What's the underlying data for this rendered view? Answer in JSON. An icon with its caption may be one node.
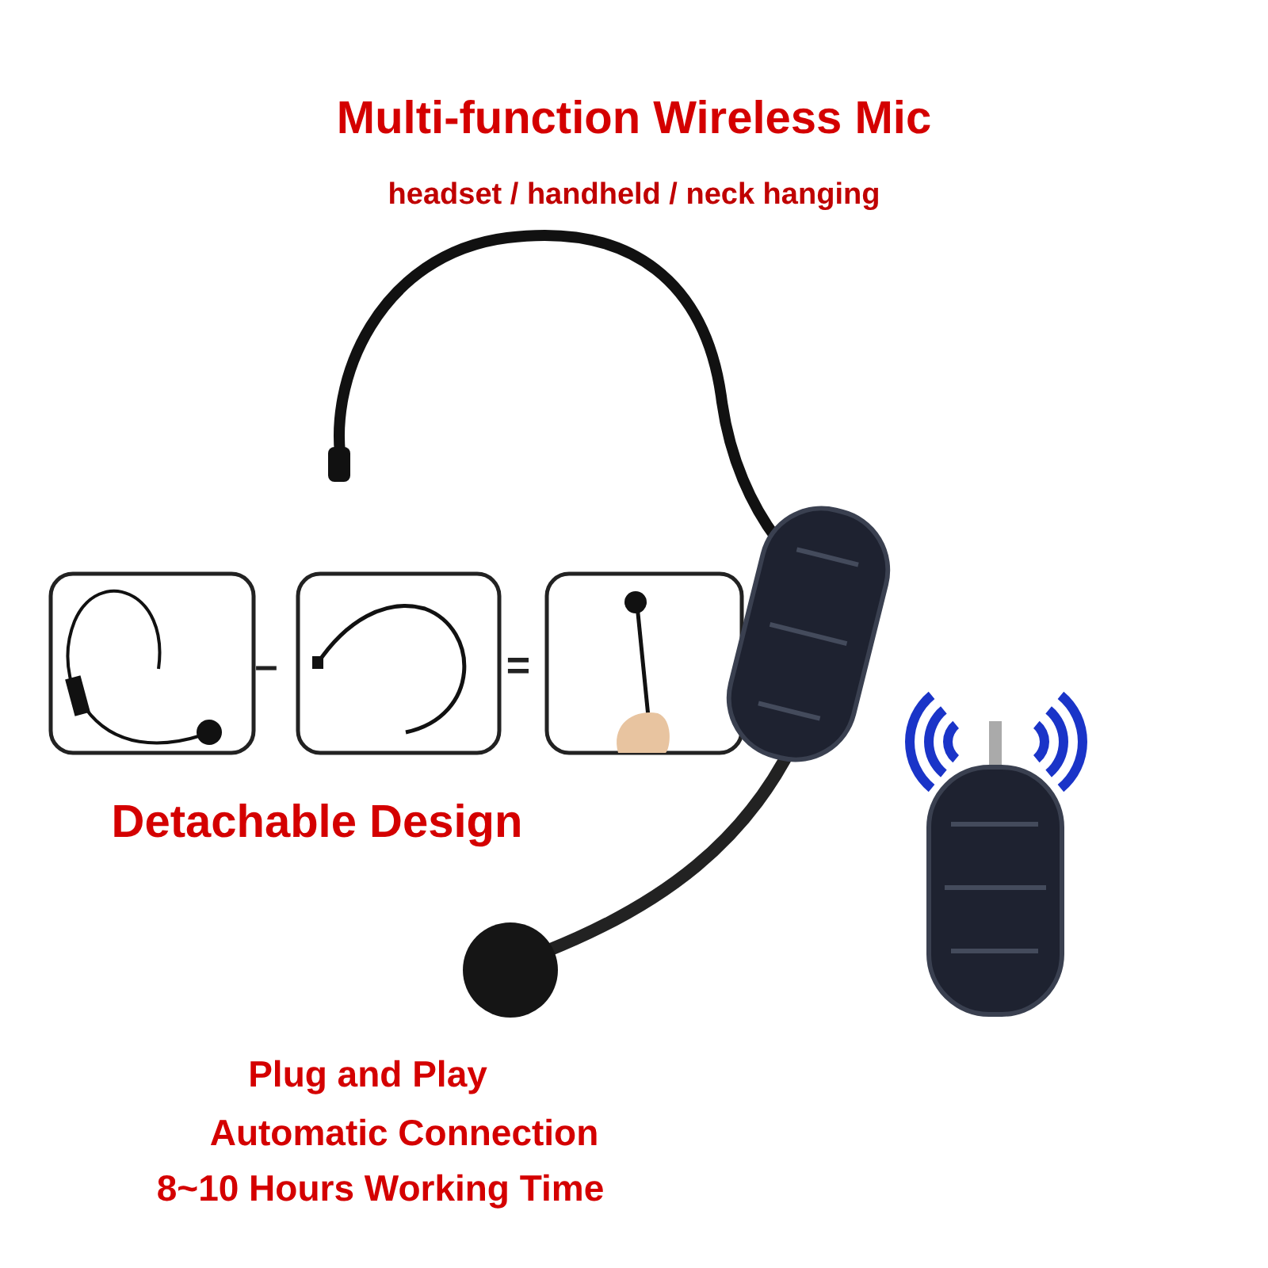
{
  "diagram": {
    "title": "Multi-function Wireless Mic",
    "labels": [
      "headset / handheld / neck hanging",
      "–",
      "=",
      "Detachable Design",
      "Plug and Play",
      "Automatic Connection",
      "8~10 Hours Working Time"
    ]
  }
}
